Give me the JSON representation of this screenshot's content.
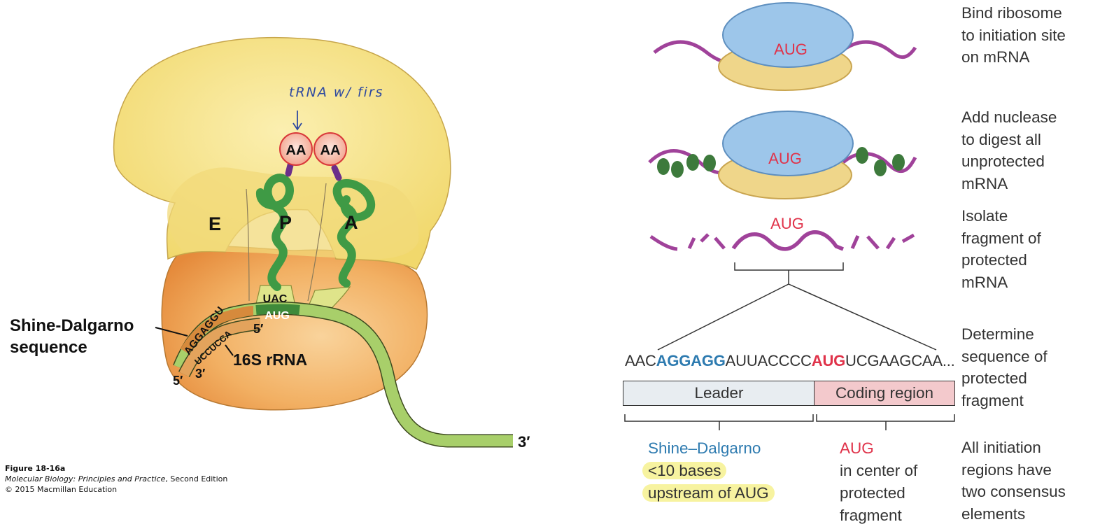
{
  "figure_caption": {
    "number": "Figure 18-16a",
    "book_title": "Molecular Biology: Principles and Practice",
    "edition": ", Second Edition",
    "copyright": "© 2015 Macmillan Education"
  },
  "ribosome_diagram": {
    "handwritten_note": "tRNA w/ firs",
    "amino_acid_label": "AA",
    "site_e": "E",
    "site_p": "P",
    "site_a": "A",
    "anticodon": "UAC",
    "codon": "AUG",
    "shine_dalgarno_seq": "AGGAGGU",
    "rrna_seq": "UCCUCCA",
    "shine_dalgarno_label_line1": "Shine-Dalgarno",
    "shine_dalgarno_label_line2": "sequence",
    "rrna_label": "16S rRNA",
    "prime5": "5′",
    "prime3": "3′"
  },
  "workflow": {
    "aug": "AUG",
    "steps": [
      {
        "lines": [
          "Bind ribosome",
          "to initiation site",
          "on mRNA"
        ]
      },
      {
        "lines": [
          "Add nuclease",
          "to digest all",
          "unprotected",
          "mRNA"
        ]
      },
      {
        "lines": [
          "Isolate",
          "fragment of",
          "protected",
          "mRNA"
        ]
      },
      {
        "lines": [
          "Determine",
          "sequence of",
          "protected",
          "fragment"
        ]
      },
      {
        "lines": [
          "All initiation",
          "regions have",
          "two consensus",
          "elements"
        ]
      }
    ],
    "sequence": {
      "part1": "AAC",
      "sd": "AGGAGG",
      "part2": "AUUACCCC",
      "start": "AUG",
      "part3": "UCGAAGCAA..."
    },
    "leader_label": "Leader",
    "coding_label": "Coding region",
    "sd_note": {
      "title": "Shine–Dalgarno",
      "line1": "<10 bases",
      "line2": "upstream of AUG"
    },
    "aug_note": {
      "title": "AUG",
      "line1": "in center of",
      "line2": "protected",
      "line3": "fragment"
    }
  },
  "colors": {
    "sd_blue": "#2e7bb0",
    "aug_red": "#e0334a",
    "mrna_purple": "#a0429a",
    "trna_green": "#3f9a45",
    "large_subunit": "#f6e48e",
    "small_subunit": "#f0b56a",
    "highlight": "#f7f3a0"
  }
}
